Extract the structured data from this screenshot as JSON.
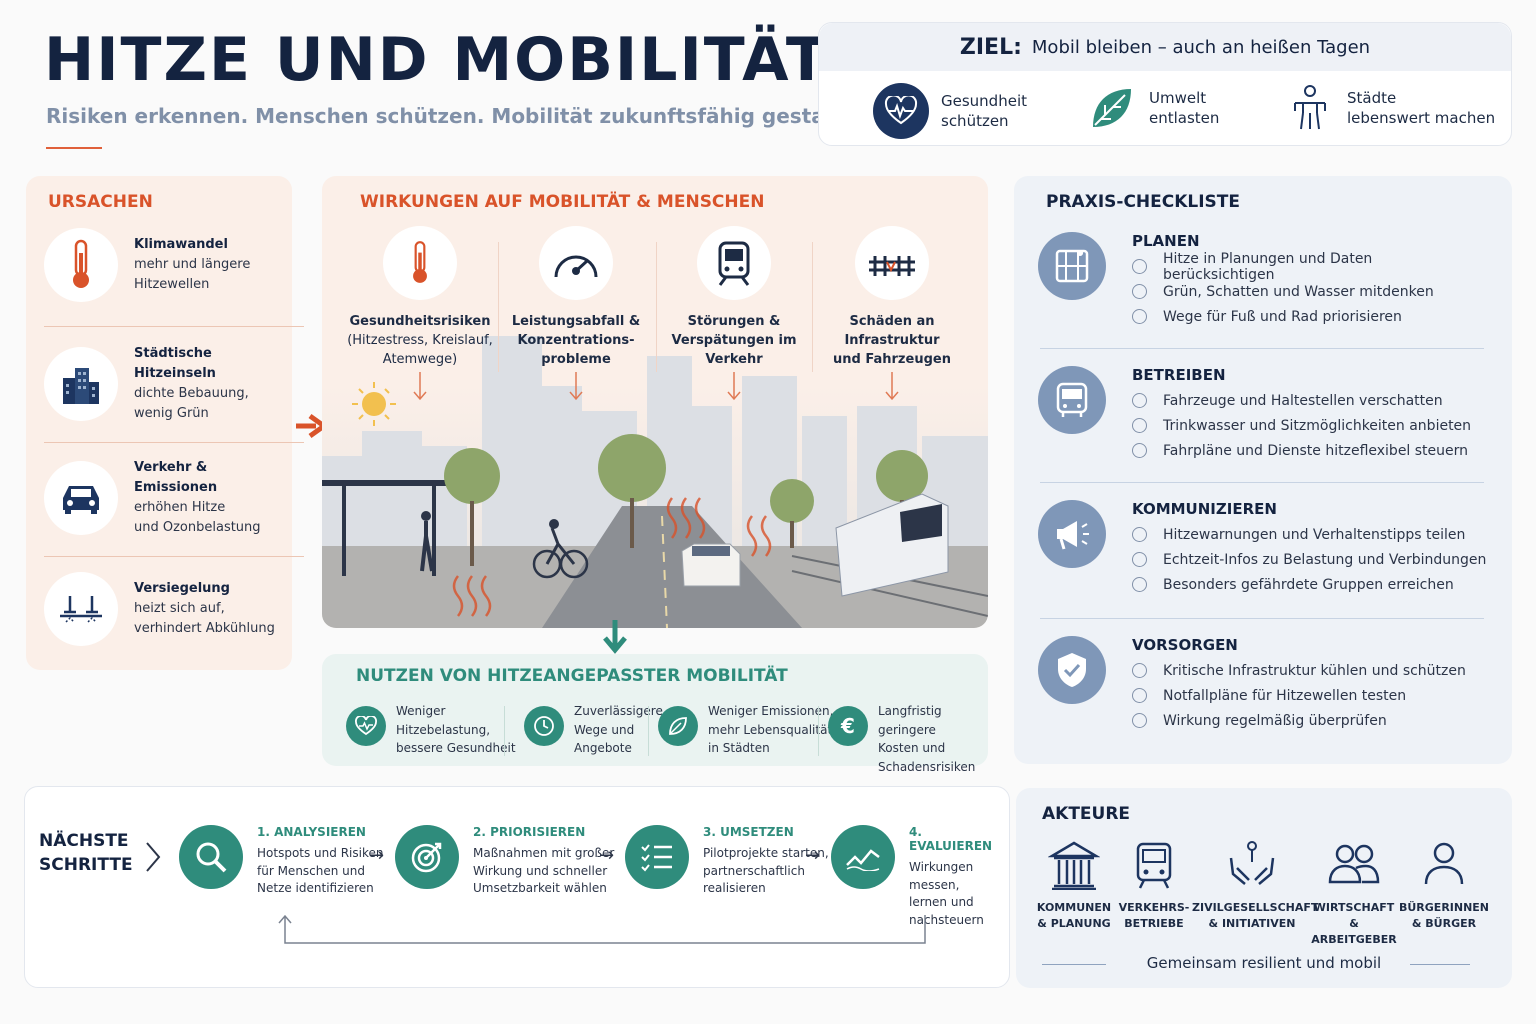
{
  "header": {
    "title": "HITZE UND MOBILITÄT",
    "subtitle": "Risiken erkennen. Menschen schützen. Mobilität zukunftsfähig gestalten."
  },
  "goal": {
    "label": "ZIEL:",
    "text": "Mobil bleiben – auch an heißen Tagen",
    "items": [
      {
        "line1": "Gesundheit",
        "line2": "schützen",
        "icon": "heart-pulse-icon"
      },
      {
        "line1": "Umwelt",
        "line2": "entlasten",
        "icon": "leaf-icon"
      },
      {
        "line1": "Städte",
        "line2": "lebenswert machen",
        "icon": "person-city-icon"
      }
    ]
  },
  "causes": {
    "title": "URSACHEN",
    "items": [
      {
        "title": "Klimawandel",
        "line1": "mehr und längere",
        "line2": "Hitzewellen",
        "icon": "thermometer-icon"
      },
      {
        "title": "Städtische Hitzeinseln",
        "line1": "dichte Bebauung,",
        "line2": "wenig Grün",
        "icon": "buildings-icon"
      },
      {
        "title": "Verkehr & Emissionen",
        "line1": "erhöhen Hitze",
        "line2": "und Ozonbelastung",
        "icon": "car-icon"
      },
      {
        "title": "Versiegelung",
        "line1": "heizt sich auf,",
        "line2": "verhindert Abkühlung",
        "icon": "pavement-icon"
      }
    ]
  },
  "effects": {
    "title": "WIRKUNGEN AUF MOBILITÄT & MENSCHEN",
    "items": [
      {
        "line1": "Gesundheitsrisiken",
        "line2": "(Hitzestress, Kreislauf,",
        "line3": "Atemwege)",
        "icon": "thermometer-icon"
      },
      {
        "line1": "Leistungsabfall &",
        "line2": "Konzentrations-",
        "line3": "probleme",
        "icon": "gauge-icon"
      },
      {
        "line1": "Störungen &",
        "line2": "Verspätungen im",
        "line3": "Verkehr",
        "icon": "train-icon"
      },
      {
        "line1": "Schäden an",
        "line2": "Infrastruktur",
        "line3": "und Fahrzeugen",
        "icon": "rails-icon"
      }
    ]
  },
  "benefits": {
    "title": "NUTZEN VON HITZEANGEPASSTER MOBILITÄT",
    "items": [
      {
        "line1": "Weniger",
        "line2": "Hitzebelastung,",
        "line3": "bessere Gesundheit",
        "icon": "heart-icon"
      },
      {
        "line1": "Zuverlässigere",
        "line2": "Wege und",
        "line3": "Angebote",
        "icon": "clock-icon"
      },
      {
        "line1": "Weniger Emissionen,",
        "line2": "mehr Lebensqualität",
        "line3": "in Städten",
        "icon": "leaf-icon"
      },
      {
        "line1": "Langfristig geringere",
        "line2": "Kosten und",
        "line3": "Schadensrisiken",
        "icon": "euro-icon"
      }
    ]
  },
  "checklist": {
    "title": "PRAXIS-CHECKLISTE",
    "groups": [
      {
        "title": "PLANEN",
        "icon": "map-icon",
        "items": [
          "Hitze in Planungen und Daten berücksichtigen",
          "Grün, Schatten und Wasser mitdenken",
          "Wege für Fuß und Rad priorisieren"
        ]
      },
      {
        "title": "BETREIBEN",
        "icon": "bus-icon",
        "items": [
          "Fahrzeuge und Haltestellen verschatten",
          "Trinkwasser und Sitzmöglichkeiten anbieten",
          "Fahrpläne und Dienste hitzeflexibel steuern"
        ]
      },
      {
        "title": "KOMMUNIZIEREN",
        "icon": "megaphone-icon",
        "items": [
          "Hitzewarnungen und Verhaltenstipps teilen",
          "Echtzeit-Infos zu Belastung und Verbindungen",
          "Besonders gefährdete Gruppen erreichen"
        ]
      },
      {
        "title": "VORSORGEN",
        "icon": "shield-check-icon",
        "items": [
          "Kritische Infrastruktur kühlen und schützen",
          "Notfallpläne für Hitzewellen testen",
          "Wirkung regelmäßig überprüfen"
        ]
      }
    ]
  },
  "steps": {
    "title1": "NÄCHSTE",
    "title2": "SCHRITTE",
    "items": [
      {
        "title": "1. ANALYSIEREN",
        "line1": "Hotspots und Risiken",
        "line2": "für Menschen und",
        "line3": "Netze identifizieren",
        "icon": "magnifier-icon"
      },
      {
        "title": "2. PRIORISIEREN",
        "line1": "Maßnahmen mit großer",
        "line2": "Wirkung und schneller",
        "line3": "Umsetzbarkeit wählen",
        "icon": "target-icon"
      },
      {
        "title": "3. UMSETZEN",
        "line1": "Pilotprojekte starten,",
        "line2": "partnerschaftlich",
        "line3": "realisieren",
        "icon": "list-icon"
      },
      {
        "title": "4. EVALUIEREN",
        "line1": "Wirkungen messen,",
        "line2": "lernen und",
        "line3": "nachsteuern",
        "icon": "trend-icon"
      }
    ]
  },
  "actors": {
    "title": "AKTEURE",
    "items": [
      {
        "line1": "KOMMUNEN",
        "line2": "& PLANUNG",
        "icon": "townhall-icon"
      },
      {
        "line1": "VERKEHRS-",
        "line2": "BETRIEBE",
        "icon": "tram-icon"
      },
      {
        "line1": "ZIVILGESELLSCHAFT",
        "line2": "& INITIATIVEN",
        "icon": "hands-icon"
      },
      {
        "line1": "WIRTSCHAFT",
        "line2": "& ARBEITGEBER",
        "icon": "group-icon"
      },
      {
        "line1": "BÜRGERINNEN",
        "line2": "& BÜRGER",
        "icon": "person-icon"
      }
    ],
    "footer": "Gemeinsam resilient und mobil"
  },
  "colors": {
    "accent_red": "#d9532a",
    "accent_teal": "#2f8c7c",
    "navy": "#142340",
    "slate_blue": "#7f97b8"
  }
}
